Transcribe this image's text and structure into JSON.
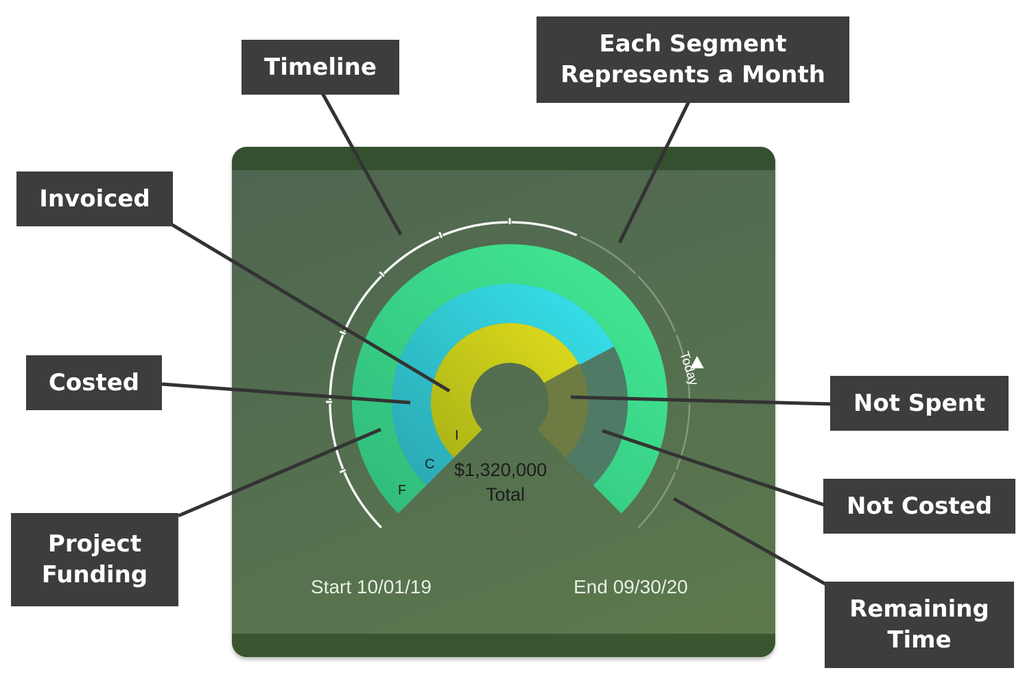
{
  "callouts": {
    "timeline": "Timeline",
    "segment": "Each Segment Represents a Month",
    "invoiced": "Invoiced",
    "costed": "Costed",
    "funding": "Project Funding",
    "not_spent": "Not Spent",
    "not_costed": "Not Costed",
    "remaining": "Remaining Time"
  },
  "gauge": {
    "total_amount": "$1,320,000",
    "total_label": "Total",
    "ring_f": "F",
    "ring_c": "C",
    "ring_i": "I",
    "today": "Today",
    "start": "Start 10/01/19",
    "end": "End 09/30/20"
  },
  "colors": {
    "funding": "#3ee08e",
    "costed": "#33dfe8",
    "invoiced": "#d6d61c",
    "not_costed": "#4f7a66",
    "not_spent": "#6e7c43",
    "timeline_elapsed": "#ffffff",
    "timeline_remaining": "#9aa892",
    "callout_bg": "#3d3d3d"
  }
}
